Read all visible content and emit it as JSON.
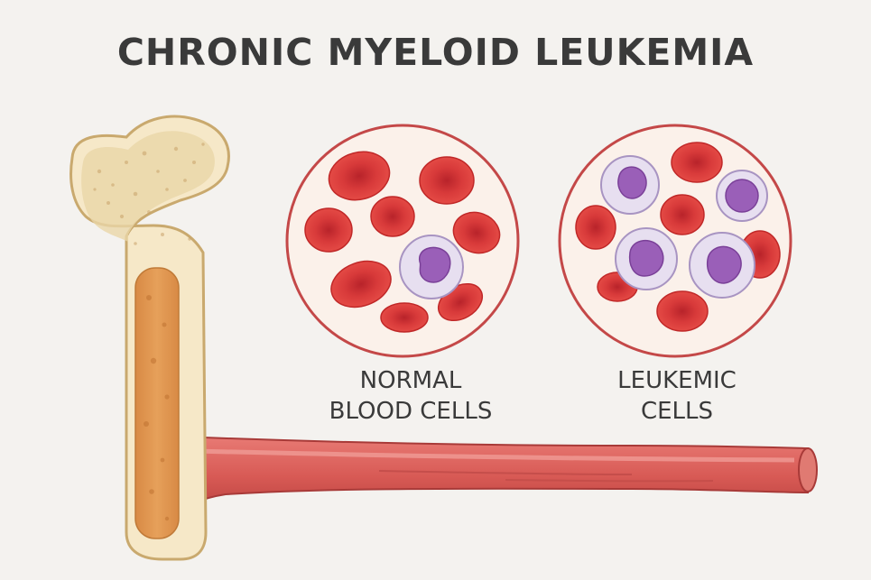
{
  "title": "CHRONIC MYELOID LEUKEMIA",
  "panels": {
    "normal": {
      "line1": "NORMAL",
      "line2": "BLOOD CELLS"
    },
    "leukemic": {
      "line1": "LEUKEMIC",
      "line2": "CELLS"
    }
  },
  "colors": {
    "background": "#f4f2ef",
    "bone": "#efdcb5",
    "marrow": "#e09a4e",
    "vessel": "#d9534f",
    "red_cell": "#dc3d3d",
    "white_cell": "#9a64b8"
  }
}
